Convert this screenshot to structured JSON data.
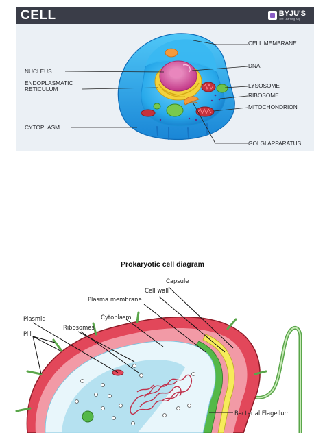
{
  "animal_cell": {
    "title": "CELL",
    "brand": {
      "name": "BYJU'S",
      "tagline": "The Learning App"
    },
    "labels": {
      "cell_membrane": "CELL MEMBRANE",
      "dna": "DNA",
      "nucleus": "NUCLEUS",
      "endoplasmic_reticulum": "ENDOPLASMATIC\nRETICULUM",
      "lysosome": "LYSOSOME",
      "ribosome": "RIBOSOME",
      "mitochondrion": "MITOCHONDRION",
      "cytoplasm": "CYTOPLASM",
      "golgi_apparatus": "GOLGI APPARATUS"
    }
  },
  "prokaryotic_cell": {
    "title": "Prokaryotic cell diagram",
    "labels": {
      "capsule": "Capsule",
      "cell_wall": "Cell wall",
      "plasma_membrane": "Plasma membrane",
      "cytoplasm": "Cytoplasm",
      "plasmid": "Plasmid",
      "ribosomes": "Ribosomes",
      "pili": "Pili",
      "bacterial_flagellum": "Bacterial Flagellum"
    }
  },
  "colors": {
    "header_bg": "#3a3d48",
    "cytoplasm_blue": "#2fb3ee",
    "nucleus_pink": "#d94f9a",
    "er_yellow": "#f3d23c",
    "capsule_red": "#e2475a",
    "cell_wall_yellow": "#f6ec5a",
    "membrane_green": "#54b848"
  }
}
